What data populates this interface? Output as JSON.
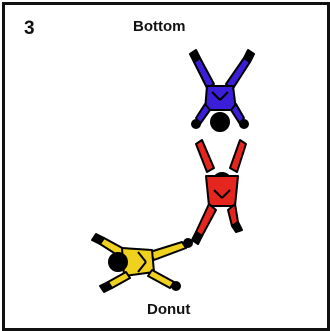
{
  "step": "3",
  "labels": {
    "top": "Bottom",
    "bottom": "Donut"
  },
  "figures": [
    {
      "name": "blue-skydiver",
      "color": "#3b1fd8"
    },
    {
      "name": "red-skydiver",
      "color": "#e5261e"
    },
    {
      "name": "yellow-skydiver",
      "color": "#f0d21e"
    }
  ]
}
